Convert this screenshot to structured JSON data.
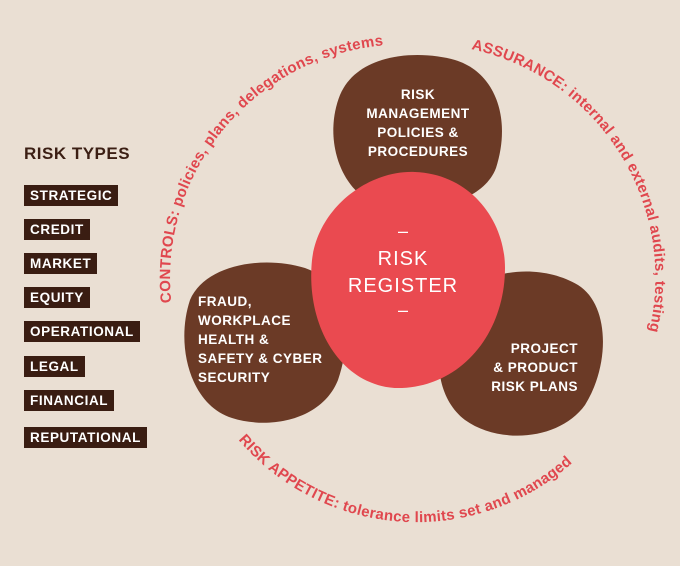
{
  "risk_types": {
    "title": "RISK TYPES",
    "items": [
      "STRATEGIC",
      "CREDIT",
      "MARKET",
      "EQUITY",
      "OPERATIONAL",
      "LEGAL",
      "FINANCIAL",
      "REPUTATIONAL"
    ]
  },
  "ring": {
    "controls": "CONTROLS: policies, plans, delegations, systems",
    "assurance": "ASSURANCE: internal and external audits, testing",
    "appetite": "RISK APPETITE: tolerance limits set and managed"
  },
  "blobs": {
    "policies": [
      "RISK",
      "MANAGEMENT",
      "POLICIES &",
      "PROCEDURES"
    ],
    "fraud": [
      "FRAUD,",
      "WORKPLACE",
      "HEALTH &",
      "SAFETY & CYBER",
      "SECURITY"
    ],
    "project": [
      "PROJECT",
      "& PRODUCT",
      "RISK PLANS"
    ]
  },
  "center": {
    "dash_top": "–",
    "line1": "RISK",
    "line2": "REGISTER",
    "dash_bottom": "–"
  },
  "colors": {
    "background": "#eadfd3",
    "brown": "#6b3a26",
    "red": "#ea4a50",
    "tag": "#3a1d12",
    "title": "#3c1f14"
  }
}
